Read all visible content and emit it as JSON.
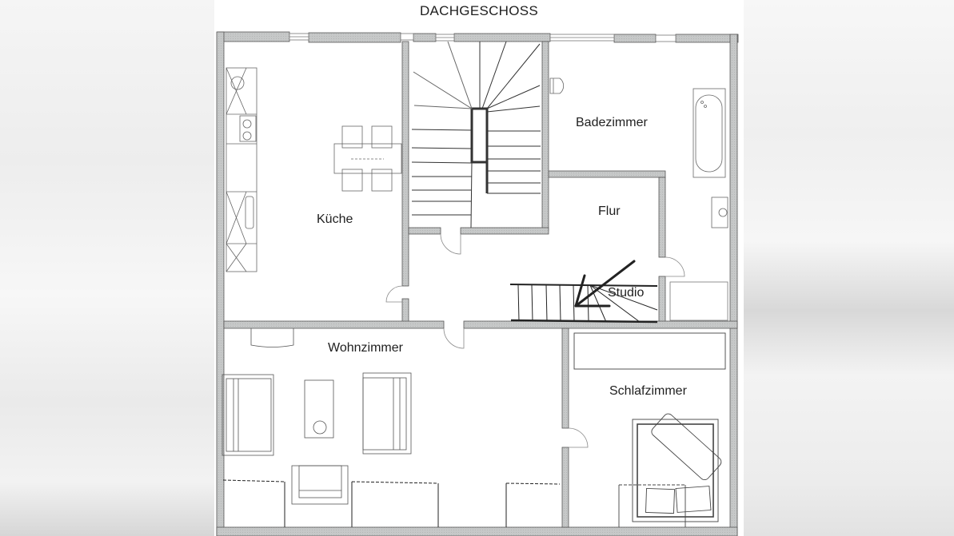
{
  "plan": {
    "title": "DACHGESCHOSS",
    "rooms": {
      "kueche": "Küche",
      "badezimmer": "Badezimmer",
      "flur": "Flur",
      "studio": "Studio",
      "wohnzimmer": "Wohnzimmer",
      "schlafzimmer": "Schlafzimmer"
    },
    "colors": {
      "wall_fill": "#c4c6c6",
      "line": "#2a2a2a",
      "background": "#ffffff"
    }
  }
}
